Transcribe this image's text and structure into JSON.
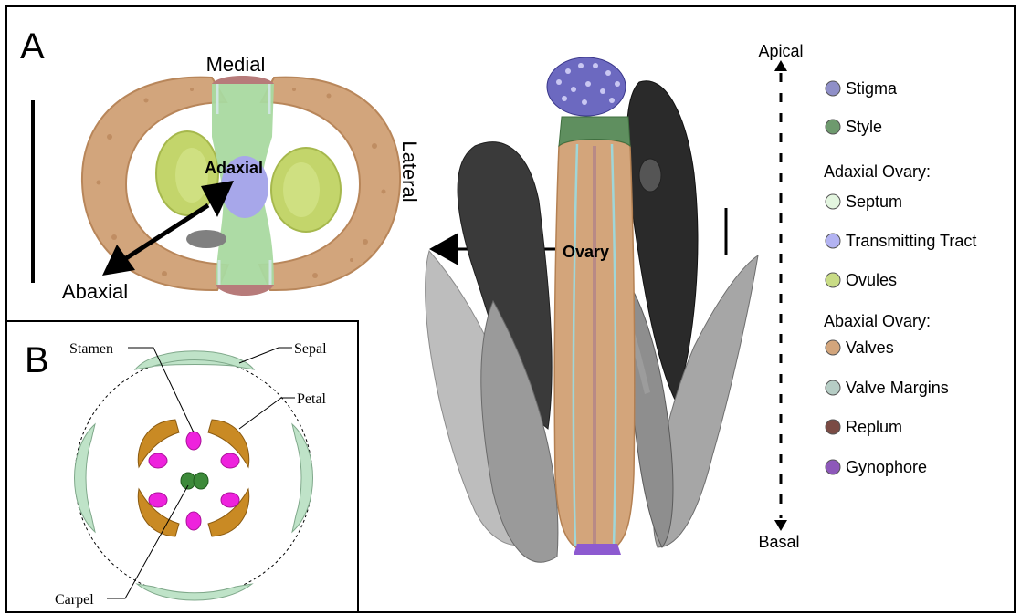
{
  "panel_a": {
    "letter": "A",
    "cross_section": {
      "medial": "Medial",
      "lateral": "Lateral",
      "adaxial": "Adaxial",
      "abaxial": "Abaxial"
    },
    "ovary_label": "Ovary",
    "axis": {
      "apical": "Apical",
      "basal": "Basal"
    }
  },
  "panel_b": {
    "letter": "B",
    "labels": {
      "stamen": "Stamen",
      "sepal": "Sepal",
      "petal": "Petal",
      "carpel": "Carpel"
    }
  },
  "legend": {
    "items": [
      {
        "type": "entry",
        "label": "Stigma",
        "color": "#8f8fc8"
      },
      {
        "type": "entry",
        "label": "Style",
        "color": "#6e9a6e"
      },
      {
        "type": "header",
        "label": "Adaxial Ovary:"
      },
      {
        "type": "entry",
        "label": "Septum",
        "color": "#e3f5df"
      },
      {
        "type": "entry",
        "label": "Transmitting Tract",
        "color": "#b3b3f2"
      },
      {
        "type": "entry",
        "label": "Ovules",
        "color": "#c9dc86"
      },
      {
        "type": "header",
        "label": "Abaxial Ovary:"
      },
      {
        "type": "entry",
        "label": "Valves",
        "color": "#d2a57c"
      },
      {
        "type": "entry",
        "label": "Valve Margins",
        "color": "#b6cdc5"
      },
      {
        "type": "entry",
        "label": "Replum",
        "color": "#7a4b44"
      },
      {
        "type": "entry",
        "label": "Gynophore",
        "color": "#8d58b9"
      }
    ]
  },
  "colors": {
    "valve": "#d3a57b",
    "septum": "#a9d9a0",
    "transmitting": "#a7a7ea",
    "ovule": "#c3d56b",
    "replum": "#b77b7a",
    "stigma": "#6c69c0",
    "style": "#5f8f5f",
    "sepal_fill": "#bfe3c8",
    "petal_fill": "#c98a24",
    "stamen_fill": "#ee22dd",
    "carpel_fill": "#3d8a3a",
    "gynophore": "#8d5ad0"
  }
}
